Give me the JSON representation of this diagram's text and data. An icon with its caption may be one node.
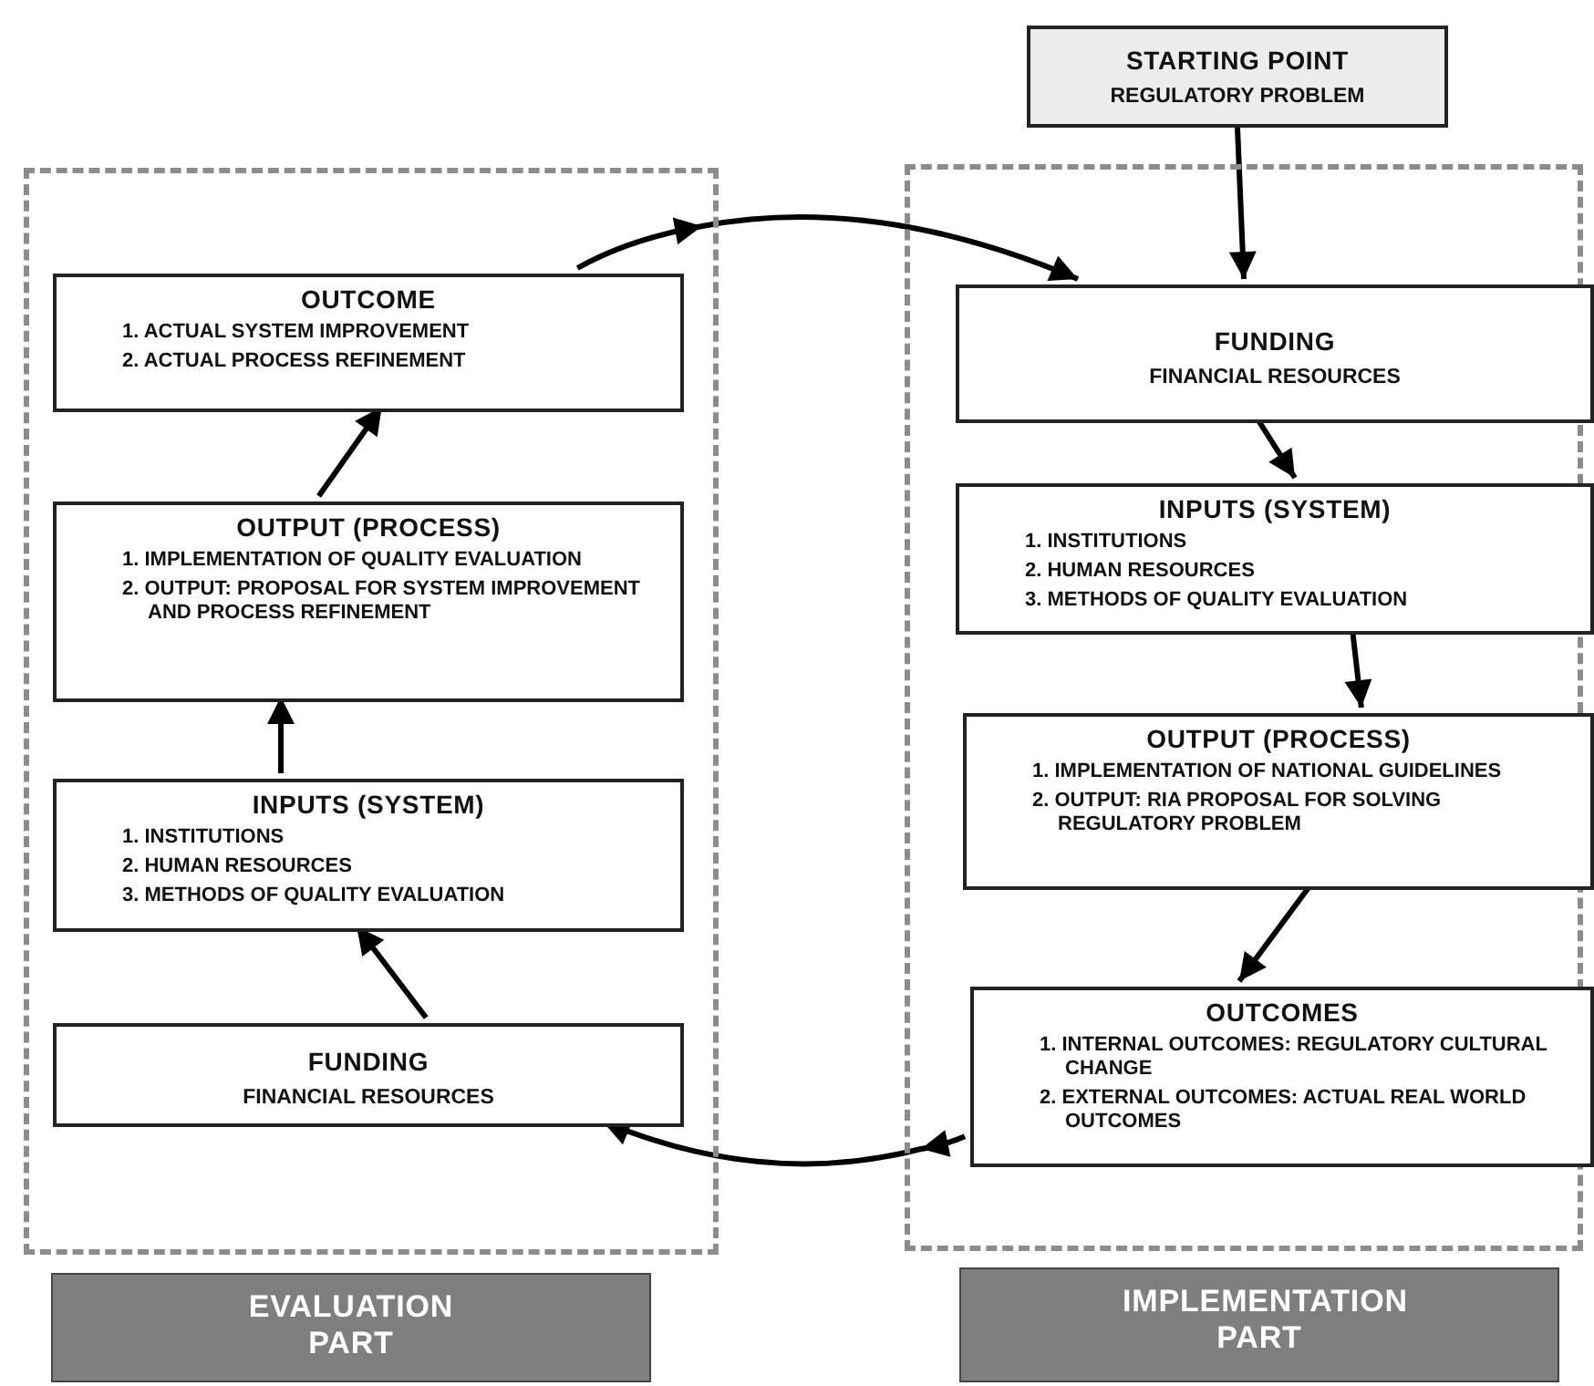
{
  "diagram": {
    "nodes": [
      {
        "text": [
          "STARTING POINT",
          "REGULATORY PROBLEM"
        ]
      },
      {
        "text": [],
        "shape": "box"
      },
      {
        "text": [
          "OUTCOME",
          "1. ACTUAL SYSTEM IMPROVEMENT",
          "2. ACTUAL PROCESS REFINEMENT"
        ],
        "in": 1
      },
      {
        "text": [
          "OUTPUT (PROCESS)",
          "1. IMPLEMENTATION OF QUALITY EVALUATION",
          "2. OUTPUT: PROPOSAL FOR SYSTEM IMPROVEMENT AND PROCESS REFINEMENT"
        ],
        "in": 1
      },
      {
        "text": [
          "INPUTS (SYSTEM)",
          "1. INSTITUTIONS",
          "2. HUMAN RESOURCES",
          "3. METHODS OF QUALITY EVALUATION"
        ],
        "in": 1
      },
      {
        "text": [
          "FUNDING",
          "FINANCIAL RESOURCES"
        ],
        "in": 1
      },
      {
        "text": [],
        "shape": "box"
      },
      {
        "text": [
          "FUNDING",
          "FINANCIAL RESOURCES"
        ],
        "in": 6
      },
      {
        "text": [
          "INPUTS (SYSTEM)",
          "1. INSTITUTIONS",
          "2. HUMAN RESOURCES",
          "3. METHODS OF QUALITY EVALUATION"
        ],
        "in": 6
      },
      {
        "text": [
          "OUTPUT (PROCESS)",
          "1. IMPLEMENTATION OF NATIONAL GUIDELINES",
          "2. OUTPUT: RIA PROPOSAL FOR SOLVING REGULATORY PROBLEM"
        ],
        "in": 6
      },
      {
        "text": [
          "OUTCOMES",
          "1. INTERNAL OUTCOMES: REGULATORY CULTURAL CHANGE",
          "2. EXTERNAL OUTCOMES: ACTUAL REAL WORLD OUTCOMES"
        ],
        "in": 6
      },
      {
        "text": [
          "EVALUATION PART"
        ]
      },
      {
        "text": [
          "IMPLEMENTATION PART"
        ]
      }
    ],
    "edges": [
      {
        "from": 0,
        "to": 7,
        "arrow": "to"
      },
      {
        "from": 7,
        "to": 8,
        "arrow": "to"
      },
      {
        "from": 8,
        "to": 9,
        "arrow": "to"
      },
      {
        "from": 9,
        "to": 10,
        "arrow": "to"
      },
      {
        "from": 10,
        "to": 5,
        "arrow": "to"
      },
      {
        "from": 5,
        "to": 4,
        "arrow": "to"
      },
      {
        "from": 4,
        "to": 3,
        "arrow": "to"
      },
      {
        "from": 3,
        "to": 2,
        "arrow": "to"
      },
      {
        "from": 2,
        "to": 7,
        "arrow": "to"
      }
    ]
  }
}
